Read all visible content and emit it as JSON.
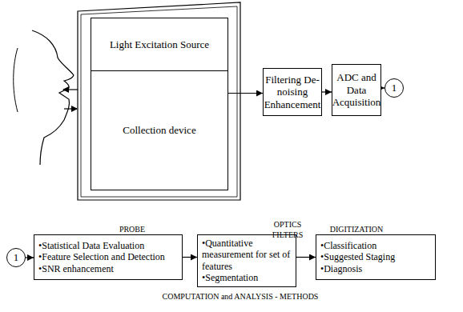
{
  "diagram": {
    "nodes": [
      {
        "text": [
          "Light Excitation Source"
        ]
      },
      {
        "text": [
          "Collection device"
        ]
      },
      {
        "text": [
          "Filtering De-noising Enhancement"
        ]
      },
      {
        "text": [
          "ADC and Data Acquisition"
        ]
      },
      {
        "text": [
          "1"
        ]
      },
      {
        "text": [
          "1"
        ]
      },
      {
        "text": [
          "•Statistical Data Evaluation",
          "•Feature Selection and Detection",
          "•SNR enhancement"
        ]
      },
      {
        "text": [
          "•Quantitative measurement for set of features",
          "•Segmentation"
        ]
      },
      {
        "text": [
          "•Classification",
          "•Suggested Staging",
          "•Diagnosis"
        ]
      }
    ],
    "edges": [
      {
        "from": 1,
        "to": 2,
        "arrow": "to"
      },
      {
        "from": 2,
        "to": 3,
        "arrow": "to"
      },
      {
        "from": 3,
        "to": 4,
        "arrow": "to"
      },
      {
        "from": 5,
        "to": 6,
        "arrow": "to"
      },
      {
        "from": 6,
        "to": 7,
        "arrow": "to"
      },
      {
        "from": 7,
        "to": 8,
        "arrow": "to"
      }
    ],
    "labels": [
      "PROBE",
      "OPTICS FILTERS",
      "DIGITIZATION",
      "COMPUTATION and ANALYSIS - METHODS"
    ]
  }
}
